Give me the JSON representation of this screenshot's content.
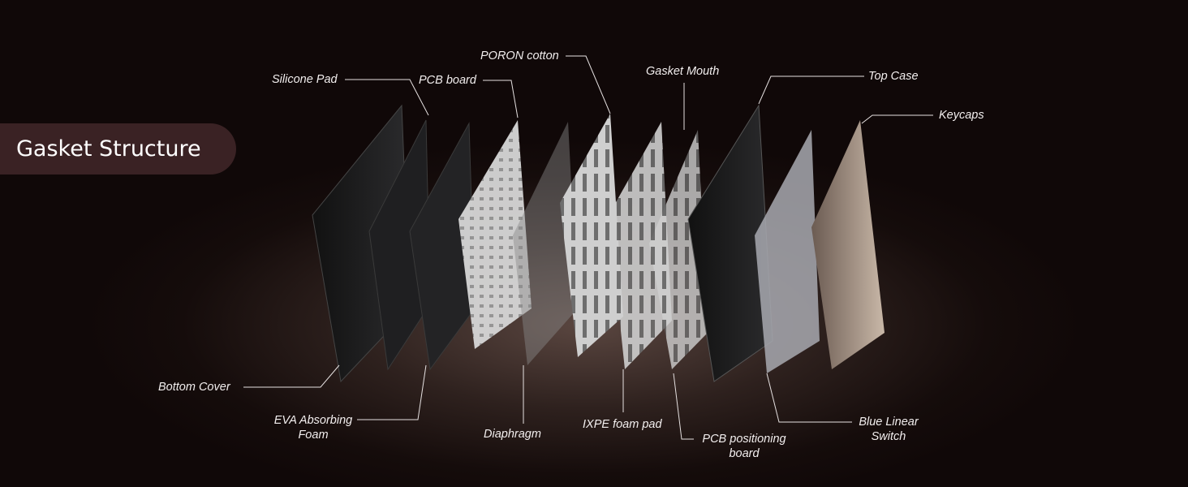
{
  "title": "Gasket Structure",
  "labels": {
    "silicone_pad": "Silicone Pad",
    "pcb_board": "PCB board",
    "poron_cotton": "PORON cotton",
    "gasket_mouth": "Gasket Mouth",
    "top_case": "Top Case",
    "keycaps": "Keycaps",
    "bottom_cover": "Bottom Cover",
    "eva_foam_1": "EVA Absorbing",
    "eva_foam_2": "Foam",
    "diaphragm": "Diaphragm",
    "ixpe_foam_pad": "IXPE foam pad",
    "pcb_positioning_1": "PCB positioning",
    "pcb_positioning_2": "board",
    "blue_linear_1": "Blue Linear",
    "blue_linear_2": "Switch"
  },
  "colors": {
    "badge": "#3a2224",
    "text": "#f2eeee"
  }
}
